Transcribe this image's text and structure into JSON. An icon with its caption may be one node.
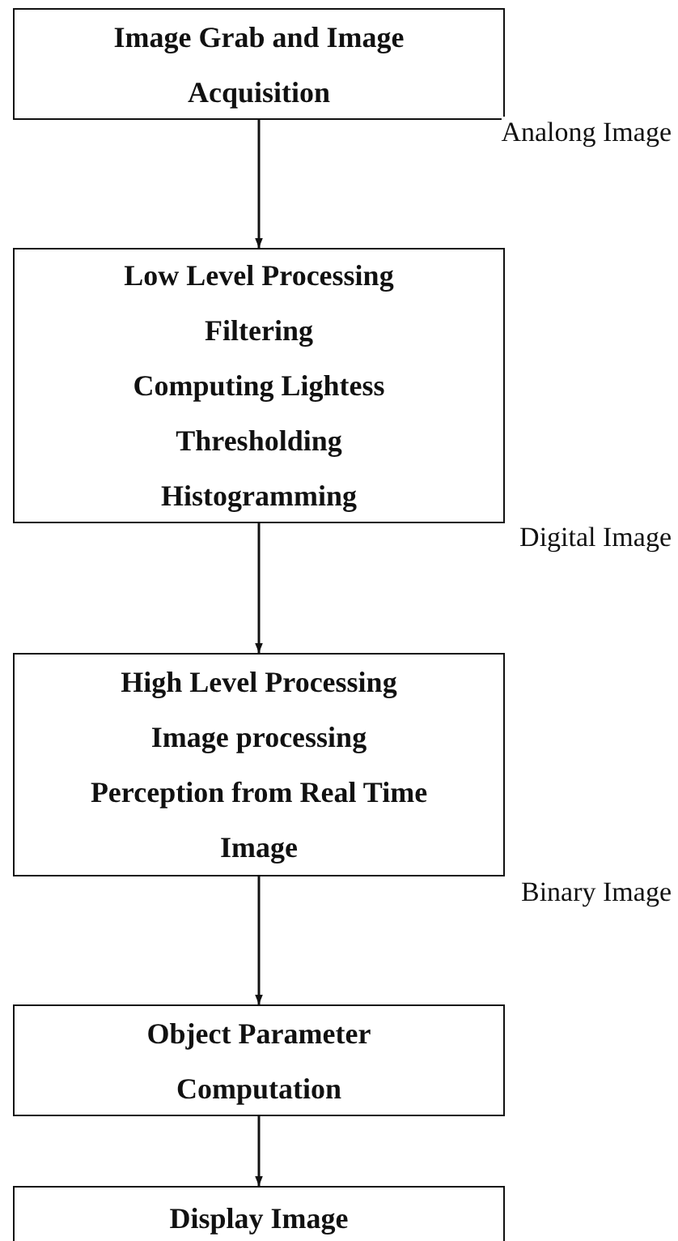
{
  "diagram": {
    "nodes": [
      {
        "text": [
          "Image Grab and Image Acquisition"
        ]
      },
      {
        "text": [
          "Low Level Processing",
          "Filtering",
          "Computing Lightess",
          "Thresholding",
          "Histogramming"
        ]
      },
      {
        "text": [
          "High Level Processing",
          "Image processing",
          "Perception from Real Time Image"
        ]
      },
      {
        "text": [
          "Object Parameter Computation"
        ]
      },
      {
        "text": [
          "Display Image"
        ]
      }
    ],
    "edges": [
      {
        "from": 0,
        "to": 1,
        "arrow": "to"
      },
      {
        "from": 1,
        "to": 2,
        "arrow": "to"
      },
      {
        "from": 2,
        "to": 3,
        "arrow": "to"
      },
      {
        "from": 3,
        "to": 4,
        "arrow": "to"
      }
    ],
    "labels": [
      "Analong Image",
      "Digital Image",
      "Binary Image"
    ]
  }
}
